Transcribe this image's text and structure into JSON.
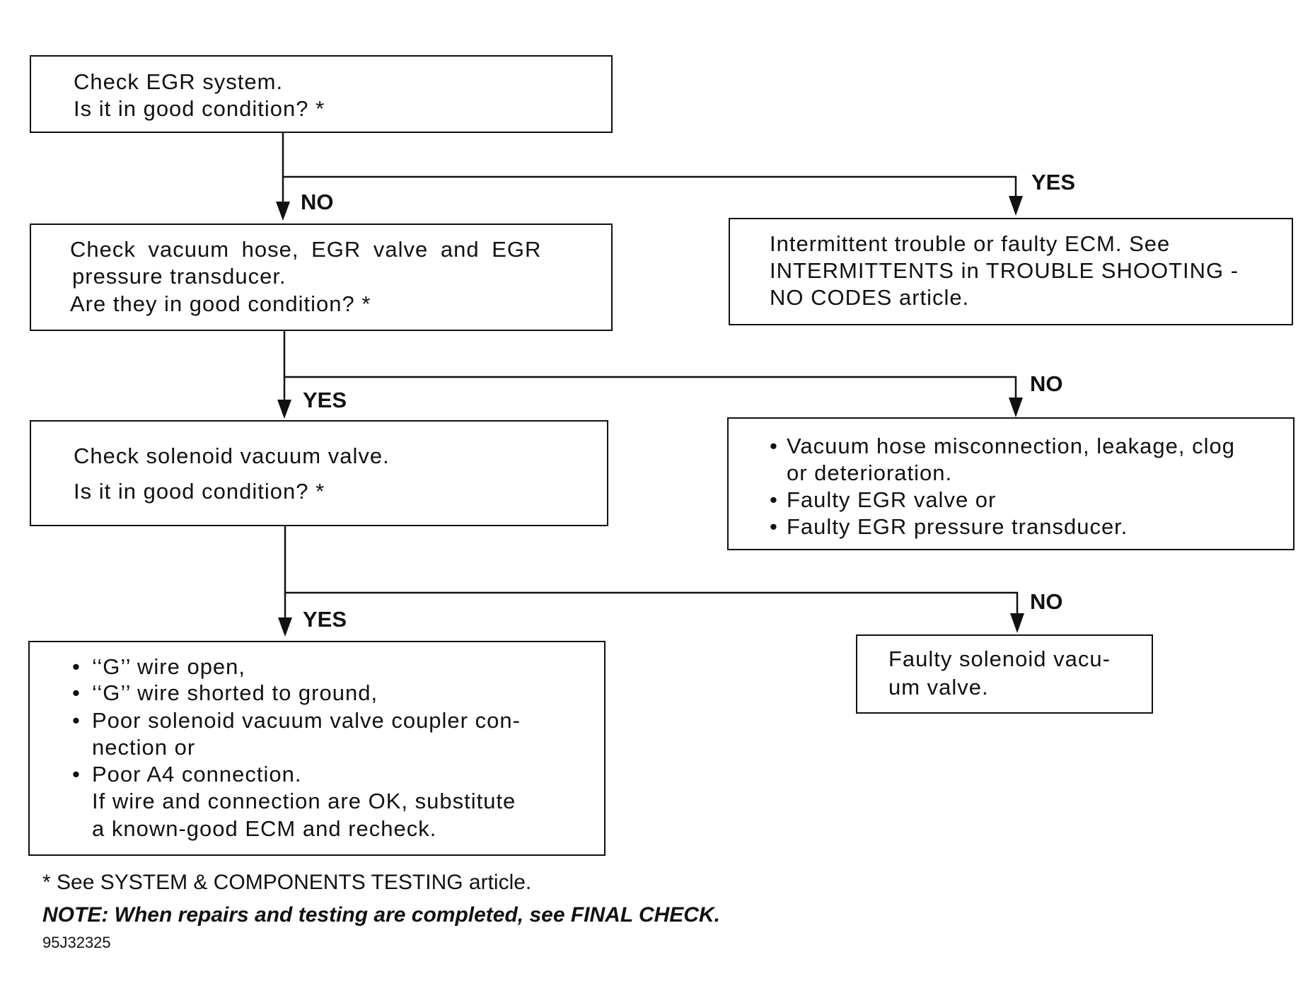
{
  "nodes": {
    "egr_check": {
      "lines": [
        "Check EGR system.",
        "Is it in good condition? *"
      ]
    },
    "vacuum_check": {
      "lines": [
        "Check vacuum hose, EGR valve and EGR",
        "pressure transducer.",
        "Are they in good condition? *"
      ]
    },
    "intermittent": {
      "lines": [
        "Intermittent trouble or faulty ECM. See",
        "INTERMITTENTS in TROUBLE SHOOTING -",
        "NO CODES article."
      ]
    },
    "solenoid_check": {
      "lines": [
        "Check solenoid vacuum valve.",
        "Is it in good condition? *"
      ]
    },
    "vacuum_faults": {
      "lines": [
        "Vacuum hose misconnection, leakage, clog",
        "or deterioration.",
        "Faulty EGR valve or",
        "Faulty EGR pressure transducer."
      ]
    },
    "wire_faults": {
      "lines": [
        "‘‘G’’ wire open,",
        "‘‘G’’ wire shorted to ground,",
        "Poor solenoid vacuum valve coupler con-",
        "nection or",
        "Poor A4 connection.",
        "If wire and connection are OK, substitute",
        "a known-good ECM and recheck."
      ]
    },
    "solenoid_fault": {
      "lines": [
        "Faulty solenoid vacu-",
        "um valve."
      ]
    }
  },
  "branches": {
    "no_1": "NO",
    "yes_1": "YES",
    "yes_2": "YES",
    "no_2": "NO",
    "yes_3": "YES",
    "no_3": "NO"
  },
  "bullet_glyph": "•",
  "footer": {
    "asterisk_note": "*  See SYSTEM & COMPONENTS TESTING article.",
    "note": "NOTE:  When repairs and testing are completed, see FINAL CHECK.",
    "code": "95J32325"
  }
}
